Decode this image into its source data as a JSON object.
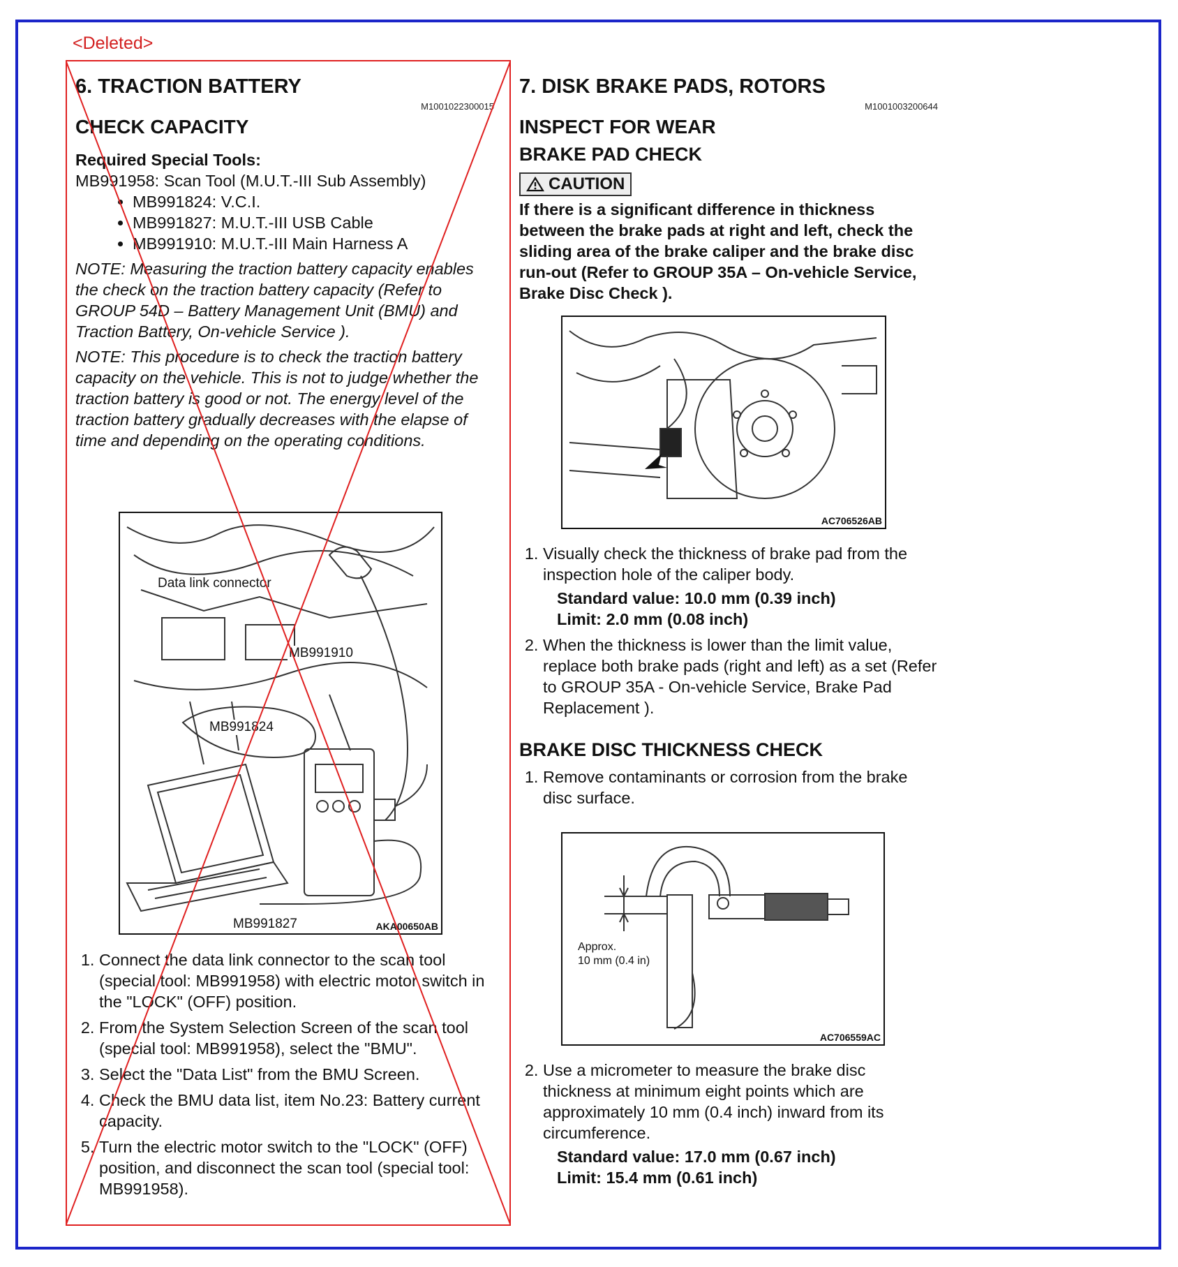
{
  "deleted_label": "<Deleted>",
  "left": {
    "heading": "6. TRACTION BATTERY",
    "code": "M1001022300015",
    "subheading": "CHECK CAPACITY",
    "tools_title": "Required Special Tools:",
    "tool_main": "MB991958: Scan Tool (M.U.T.-III Sub Assembly)",
    "tool_items": [
      "MB991824: V.C.I.",
      "MB991827: M.U.T.-III USB Cable",
      "MB991910: M.U.T.-III Main Harness A"
    ],
    "note1": "NOTE: Measuring the traction battery capacity enables the check on the traction battery capacity (Refer to GROUP 54D – Battery Management Unit (BMU) and Traction Battery, On-vehicle Service ).",
    "note2": "NOTE: This procedure is to check the traction battery capacity on the vehicle. This is not to judge whether the traction battery is good or not. The energy level of the traction battery gradually decreases with the elapse of time and depending on the operating conditions.",
    "figure": {
      "labels": [
        "Data link connector",
        "MB991910",
        "MB991824",
        "MB991827"
      ],
      "code": "AKA00650AB"
    },
    "steps": [
      "Connect the data link connector to the scan tool (special tool: MB991958) with electric motor switch in the \"LOCK\" (OFF) position.",
      "From the System Selection Screen of the scan tool (special tool: MB991958), select the \"BMU\".",
      "Select the \"Data List\" from the BMU Screen.",
      "Check the BMU data list, item No.23: Battery current capacity.",
      "Turn the electric motor switch to the \"LOCK\" (OFF) position, and disconnect the scan tool (special tool: MB991958)."
    ]
  },
  "right": {
    "heading": "7. DISK BRAKE PADS, ROTORS",
    "code": "M1001003200644",
    "subheading": "INSPECT FOR WEAR",
    "section1": "BRAKE PAD CHECK",
    "caution_label": "CAUTION",
    "caution_text": "If there is a significant difference in thickness between the brake pads at right and left, check the sliding area of the brake caliper and the brake disc run-out (Refer to GROUP 35A – On-vehicle Service, Brake Disc Check ).",
    "fig1_code": "AC706526AB",
    "pad_steps": [
      "Visually check the thickness of brake pad from the inspection hole of the caliper body.",
      "When the thickness is lower than the limit value, replace both brake pads (right and left) as a set (Refer to GROUP 35A - On-vehicle Service, Brake Pad Replacement )."
    ],
    "pad_standard": "Standard value: 10.0 mm (0.39 inch)",
    "pad_limit": "Limit: 2.0 mm (0.08 inch)",
    "section2": "BRAKE DISC THICKNESS CHECK",
    "disc_step1": "Remove contaminants or corrosion from the brake disc surface.",
    "fig2_label_a": "Approx.",
    "fig2_label_b": "10 mm (0.4 in)",
    "fig2_code": "AC706559AC",
    "disc_step2": "Use a micrometer to measure the brake disc thickness at minimum eight points which are approximately 10 mm (0.4 inch) inward from its circumference.",
    "disc_standard": "Standard value: 17.0 mm (0.67 inch)",
    "disc_limit": "Limit: 15.4 mm (0.61 inch)"
  }
}
